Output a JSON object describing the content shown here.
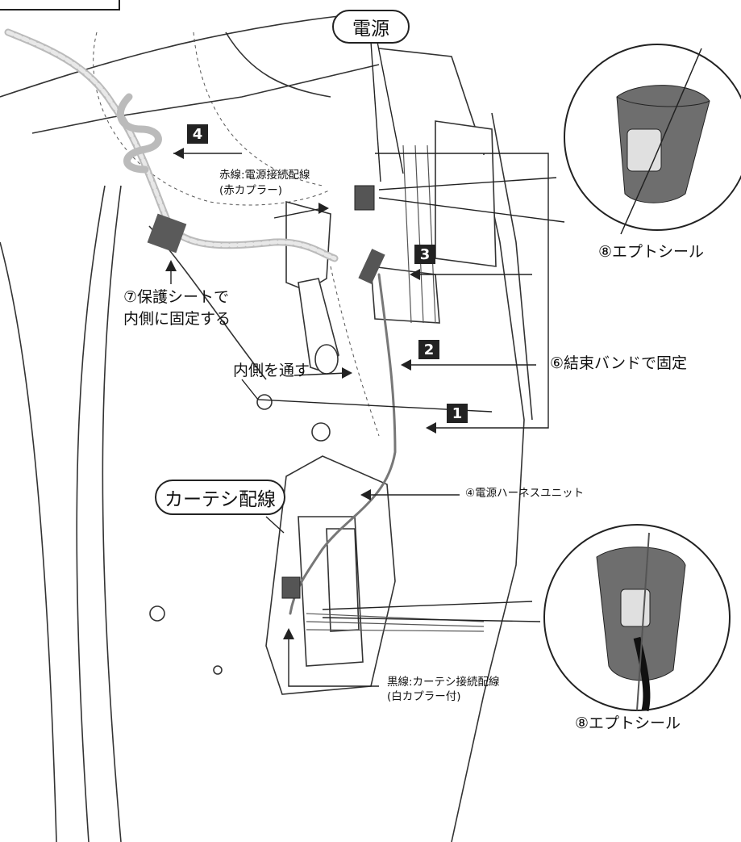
{
  "callouts": {
    "power_bubble": "電源",
    "courtesy_bubble": "カーテシ配線",
    "red_wire_line1": "赤線:電源接続配線",
    "red_wire_line2": "(赤カプラー)",
    "protect_line1": "⑦保護シートで",
    "protect_line2": "内側に固定する",
    "pass_inside": "内側を通す",
    "tie_band": "⑥結束バンドで固定",
    "harness_unit": "④電源ハーネスユニット",
    "black_wire_line1": "黒線:カーテシ接続配線",
    "black_wire_line2": "(白カプラー付)",
    "tape_seal_top": "⑧エプトシール",
    "tape_seal_bottom": "⑧エプトシール"
  },
  "steps": [
    "1",
    "2",
    "3",
    "4"
  ],
  "colors": {
    "line": "#222222",
    "wire": "#bdbdbd",
    "seal": "#6e6e6e",
    "accent_box": "#222222"
  }
}
